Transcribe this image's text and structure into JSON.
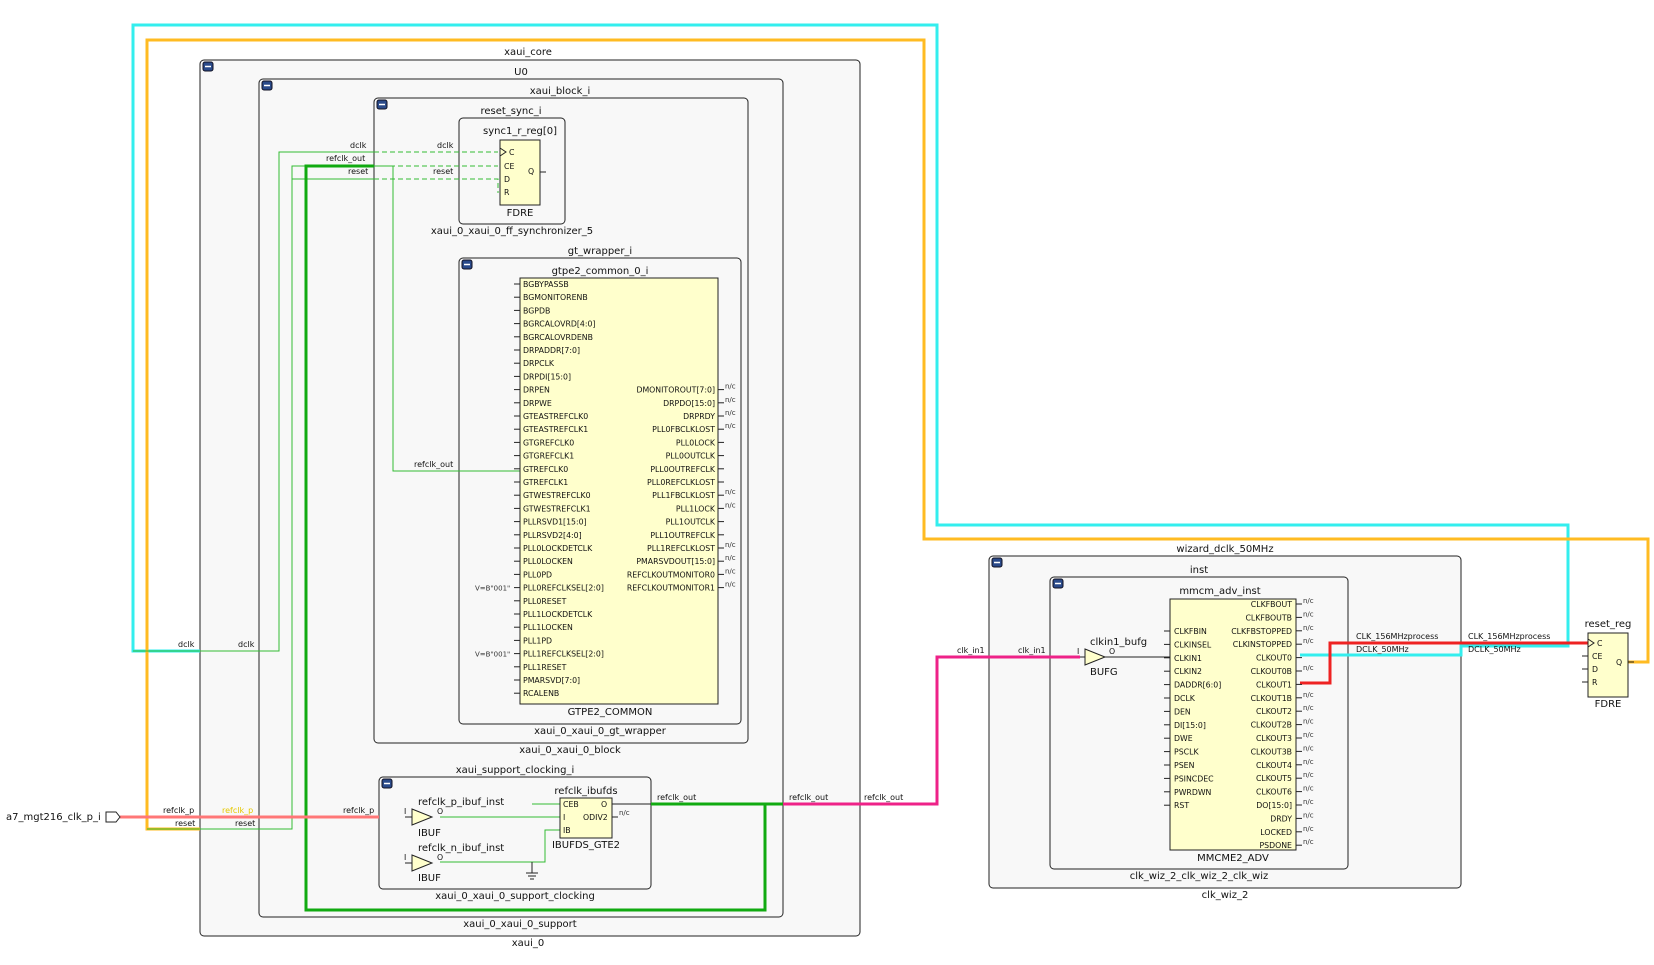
{
  "colors": {
    "cyan_net": "#33eeee",
    "orange_net": "#ffbb22",
    "green_net": "#33bb33",
    "magenta_net": "#ee2288",
    "red_net": "#ee2222",
    "cell_fill": "#ffffcc"
  },
  "hier": {
    "xaui_core": "xaui_core",
    "u0": "U0",
    "xaui_0": "xaui_0",
    "xaui_block_i": "xaui_block_i",
    "support": "xaui_0_xaui_0_support",
    "reset_sync_i": "reset_sync_i",
    "ff_sync": "xaui_0_xaui_0_ff_synchronizer_5",
    "block": "xaui_0_xaui_0_block",
    "gt_wrapper_i": "gt_wrapper_i",
    "gt_wrapper": "xaui_0_xaui_0_gt_wrapper",
    "gtpe2_common_0_i": "gtpe2_common_0_i",
    "support_clocking_i": "xaui_support_clocking_i",
    "support_clocking": "xaui_0_xaui_0_support_clocking",
    "wizard": "wizard_dclk_50MHz",
    "clk_wiz_2": "clk_wiz_2",
    "inst": "inst",
    "clk_wiz_inner": "clk_wiz_2_clk_wiz_2_clk_wiz",
    "mmcm_adv_inst": "mmcm_adv_inst"
  },
  "cells": {
    "sync_reg": "sync1_r_reg[0]",
    "fdre": "FDRE",
    "gtpe2": "GTPE2_COMMON",
    "refclk_ibufds": "refclk_ibufds",
    "ibufds_gte2": "IBUFDS_GTE2",
    "refclk_p_ibuf": "refclk_p_ibuf_inst",
    "refclk_n_ibuf": "refclk_n_ibuf_inst",
    "ibuf": "IBUF",
    "clkin1_bufg": "clkin1_bufg",
    "bufg": "BUFG",
    "mmcme2": "MMCME2_ADV",
    "reset_reg": "reset_reg",
    "reset_reg_type": "FDRE"
  },
  "ports": {
    "top_input": "a7_mgt216_clk_p_i"
  },
  "fdre_pins": {
    "c": "C",
    "ce": "CE",
    "d": "D",
    "r": "R",
    "q": "Q"
  },
  "buf_pins": {
    "i": "I",
    "o": "O"
  },
  "ibufds_pins": {
    "ceb": "CEB",
    "i": "I",
    "ib": "IB",
    "o": "O",
    "odiv2": "ODIV2"
  },
  "gtpe2_inputs": [
    "BGBYPASSB",
    "BGMONITORENB",
    "BGPDB",
    "BGRCALOVRD[4:0]",
    "BGRCALOVRDENB",
    "DRPADDR[7:0]",
    "DRPCLK",
    "DRPDI[15:0]",
    "DRPEN",
    "DRPWE",
    "GTEASTREFCLK0",
    "GTEASTREFCLK1",
    "GTGREFCLK0",
    "GTGREFCLK1",
    "GTREFCLK0",
    "GTREFCLK1",
    "GTWESTREFCLK0",
    "GTWESTREFCLK1",
    "PLLRSVD1[15:0]",
    "PLLRSVD2[4:0]",
    "PLL0LOCKDETCLK",
    "PLL0LOCKEN",
    "PLL0PD",
    "PLL0REFCLKSEL[2:0]",
    "PLL0RESET",
    "PLL1LOCKDETCLK",
    "PLL1LOCKEN",
    "PLL1PD",
    "PLL1REFCLKSEL[2:0]",
    "PLL1RESET",
    "PMARSVD[7:0]",
    "RCALENB"
  ],
  "gtpe2_outputs": [
    "DMONITOROUT[7:0]",
    "DRPDO[15:0]",
    "DRPRDY",
    "PLL0FBCLKLOST",
    "PLL0LOCK",
    "PLL0OUTCLK",
    "PLL0OUTREFCLK",
    "PLL0REFCLKLOST",
    "PLL1FBCLKLOST",
    "PLL1LOCK",
    "PLL1OUTCLK",
    "PLL1OUTREFCLK",
    "PLL1REFCLKLOST",
    "PMARSVDOUT[15:0]",
    "REFCLKOUTMONITOR0",
    "REFCLKOUTMONITOR1"
  ],
  "gtpe2_const": "V=B\"001\"",
  "mmcm_inputs": [
    "CLKFBIN",
    "CLKINSEL",
    "CLKIN1",
    "CLKIN2",
    "DADDR[6:0]",
    "DCLK",
    "DEN",
    "DI[15:0]",
    "DWE",
    "PSCLK",
    "PSEN",
    "PSINCDEC",
    "PWRDWN",
    "RST"
  ],
  "mmcm_outputs": [
    "CLKFBOUT",
    "CLKFBOUTB",
    "CLKFBSTOPPED",
    "CLKINSTOPPED",
    "CLKOUT0",
    "CLKOUT0B",
    "CLKOUT1",
    "CLKOUT1B",
    "CLKOUT2",
    "CLKOUT2B",
    "CLKOUT3",
    "CLKOUT3B",
    "CLKOUT4",
    "CLKOUT5",
    "CLKOUT6",
    "DO[15:0]",
    "DRDY",
    "LOCKED",
    "PSDONE"
  ],
  "nc": "n/c",
  "nets": {
    "dclk": "dclk",
    "refclk_out": "refclk_out",
    "reset": "reset",
    "refclk_p": "refclk_p",
    "clk_in1": "clk_in1",
    "clk_156": "CLK_156MHzprocess",
    "dclk_50": "DCLK_50MHz"
  }
}
